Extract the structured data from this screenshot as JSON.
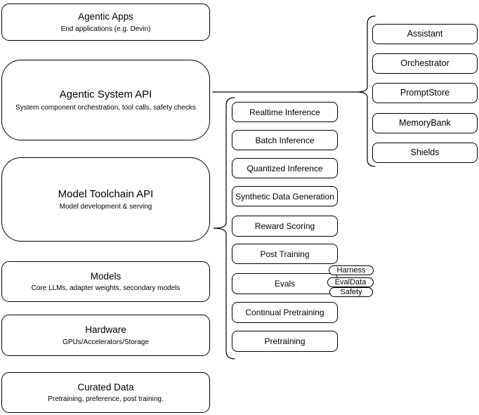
{
  "colors": {
    "stroke": "#000000",
    "fill": "#ffffff"
  },
  "stack": [
    {
      "title": "Agentic Apps",
      "subtitle": "End applications (e.g. Devin)"
    },
    {
      "title": "Agentic System API",
      "subtitle": "System component orchestration, tool calls, safety checks"
    },
    {
      "title": "Model Toolchain API",
      "subtitle": "Model development & serving"
    },
    {
      "title": "Models",
      "subtitle": "Core LLMs, adapter weights, secondary models"
    },
    {
      "title": "Hardware",
      "subtitle": "GPUs/Accelerators/Storage"
    },
    {
      "title": "Curated Data",
      "subtitle": "Pretraining, preference, post training."
    }
  ],
  "toolchain": {
    "items": [
      "Realtime Inference",
      "Batch Inference",
      "Quantized Inference",
      "Synthetic Data Generation",
      "Reward Scoring",
      "Post Training",
      "Evals",
      "Continual Pretraining",
      "Pretraining"
    ]
  },
  "evals_tags": [
    "Harness",
    "EvalData",
    "Safety"
  ],
  "system_components": [
    "Assistant",
    "Orchestrator",
    "PromptStore",
    "MemoryBank",
    "Shields"
  ]
}
